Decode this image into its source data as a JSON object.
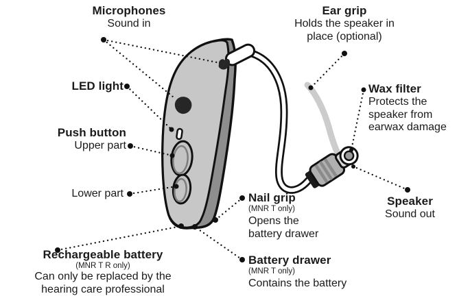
{
  "colors": {
    "background": "#ffffff",
    "outline": "#111111",
    "body_front": "#c7c7c7",
    "body_side": "#8e8e8e",
    "ear_grip": "#cccccc",
    "speaker_body": "#b0b0b0",
    "text": "#1a1a1a"
  },
  "labels": {
    "microphones": {
      "title": "Microphones",
      "desc": "Sound in"
    },
    "ear_grip": {
      "title": "Ear grip",
      "lines": [
        "Holds the speaker in",
        "place (optional)"
      ]
    },
    "led_light": {
      "title": "LED light"
    },
    "push_button": {
      "title": "Push button",
      "desc": "Upper part"
    },
    "lower_part": {
      "desc": "Lower part"
    },
    "wax_filter": {
      "title": "Wax filter",
      "lines": [
        "Protects the",
        "speaker from",
        "earwax damage"
      ]
    },
    "speaker": {
      "title": "Speaker",
      "desc": "Sound out"
    },
    "nail_grip": {
      "title": "Nail grip",
      "note": "(MNR T only)",
      "lines": [
        "Opens the",
        "battery drawer"
      ]
    },
    "battery_drawer": {
      "title": "Battery drawer",
      "note": "(MNR T only)",
      "desc": "Contains the battery"
    },
    "rechargeable_battery": {
      "title": "Rechargeable battery",
      "note": "(MNR T R only)",
      "lines": [
        "Can only be replaced by the",
        "hearing care professional"
      ]
    }
  }
}
